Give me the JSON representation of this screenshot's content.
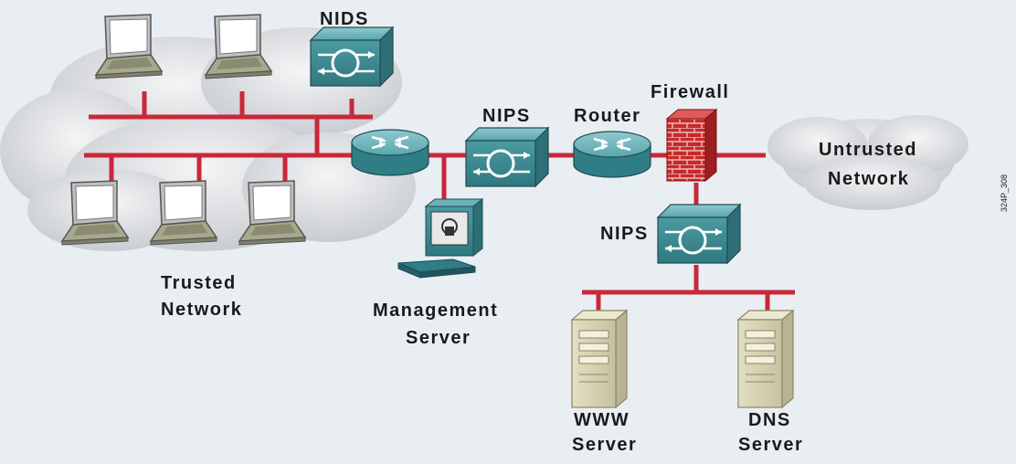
{
  "labels": {
    "nids": "NIDS",
    "nips_top": "NIPS",
    "router": "Router",
    "firewall": "Firewall",
    "untrusted_1": "Untrusted",
    "untrusted_2": "Network",
    "trusted_1": "Trusted",
    "trusted_2": "Network",
    "mgmt_1": "Management",
    "mgmt_2": "Server",
    "nips_bottom": "NIPS",
    "www_1": "WWW",
    "www_2": "Server",
    "dns_1": "DNS",
    "dns_2": "Server",
    "figure_id": "324P_308"
  },
  "colors": {
    "link": "#c8283a",
    "device_teal": "#3f8f97",
    "cloud": "#d4d6da",
    "firewall": "#c72b2b",
    "server": "#d9d4b4"
  }
}
